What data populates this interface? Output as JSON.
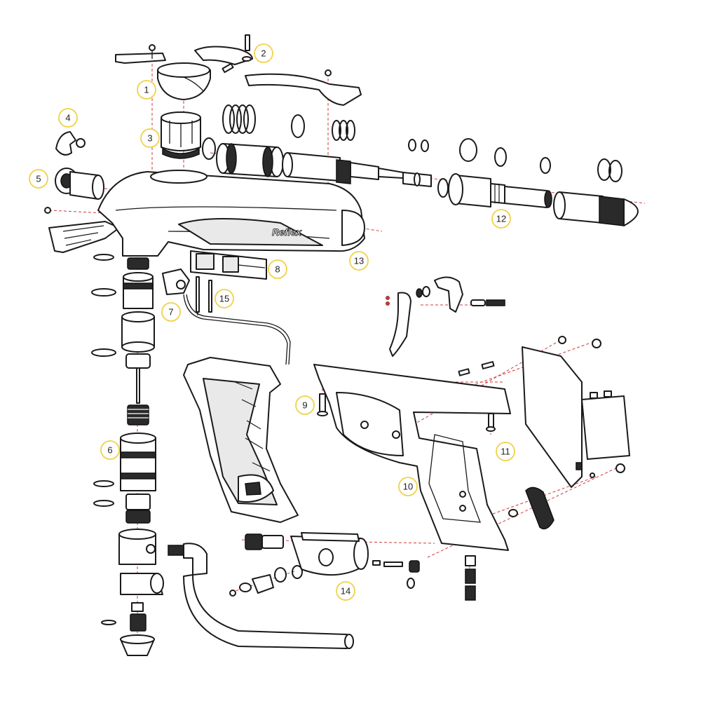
{
  "diagram": {
    "callouts": [
      {
        "id": "1",
        "label": "1"
      },
      {
        "id": "2",
        "label": "2"
      },
      {
        "id": "3",
        "label": "3"
      },
      {
        "id": "4",
        "label": "4"
      },
      {
        "id": "5",
        "label": "5"
      },
      {
        "id": "6",
        "label": "6"
      },
      {
        "id": "7",
        "label": "7"
      },
      {
        "id": "8",
        "label": "8"
      },
      {
        "id": "9",
        "label": "9"
      },
      {
        "id": "10",
        "label": "10"
      },
      {
        "id": "11",
        "label": "11"
      },
      {
        "id": "12",
        "label": "12"
      },
      {
        "id": "13",
        "label": "13"
      },
      {
        "id": "14",
        "label": "14"
      },
      {
        "id": "15",
        "label": "15"
      }
    ],
    "body_logo_text": "Reflex",
    "colors": {
      "line": "#1a1a1a",
      "axis_dashed": "#d0393b",
      "callout_ring": "#f0d24a",
      "background": "#ffffff"
    }
  }
}
